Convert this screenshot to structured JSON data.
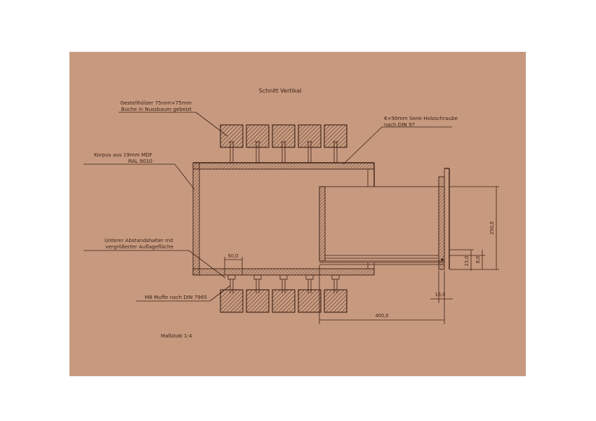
{
  "title": "Schnitt Vertikal",
  "scale": "Maßstab 1:4",
  "colors": {
    "paper": "#c79a7f",
    "ink": "#3a1f15",
    "background": "#ffffff"
  },
  "labels": {
    "gestell_line1": "Gestellhölzer 75mm×75mm",
    "gestell_line2": "Buche in Nussbaum gebeizt",
    "schraube_line1": "6×90mm Senk-Holzschraube",
    "schraube_line2": "nach DIN 97",
    "korpus_line1": "Korpus aus 19mm MDF",
    "korpus_line2": "RAL 9010",
    "abstand_line1": "Unterer Abstandshalter mit",
    "abstand_line2": "vergrößerter Auflagefläche",
    "muffe": "M8 Muffe nach DIN 7965"
  },
  "dimensions": {
    "d50": "50,0",
    "d250": "250,0",
    "d8": "8,0",
    "d23": "23,0",
    "d16": "16,0",
    "d400": "400,0"
  }
}
